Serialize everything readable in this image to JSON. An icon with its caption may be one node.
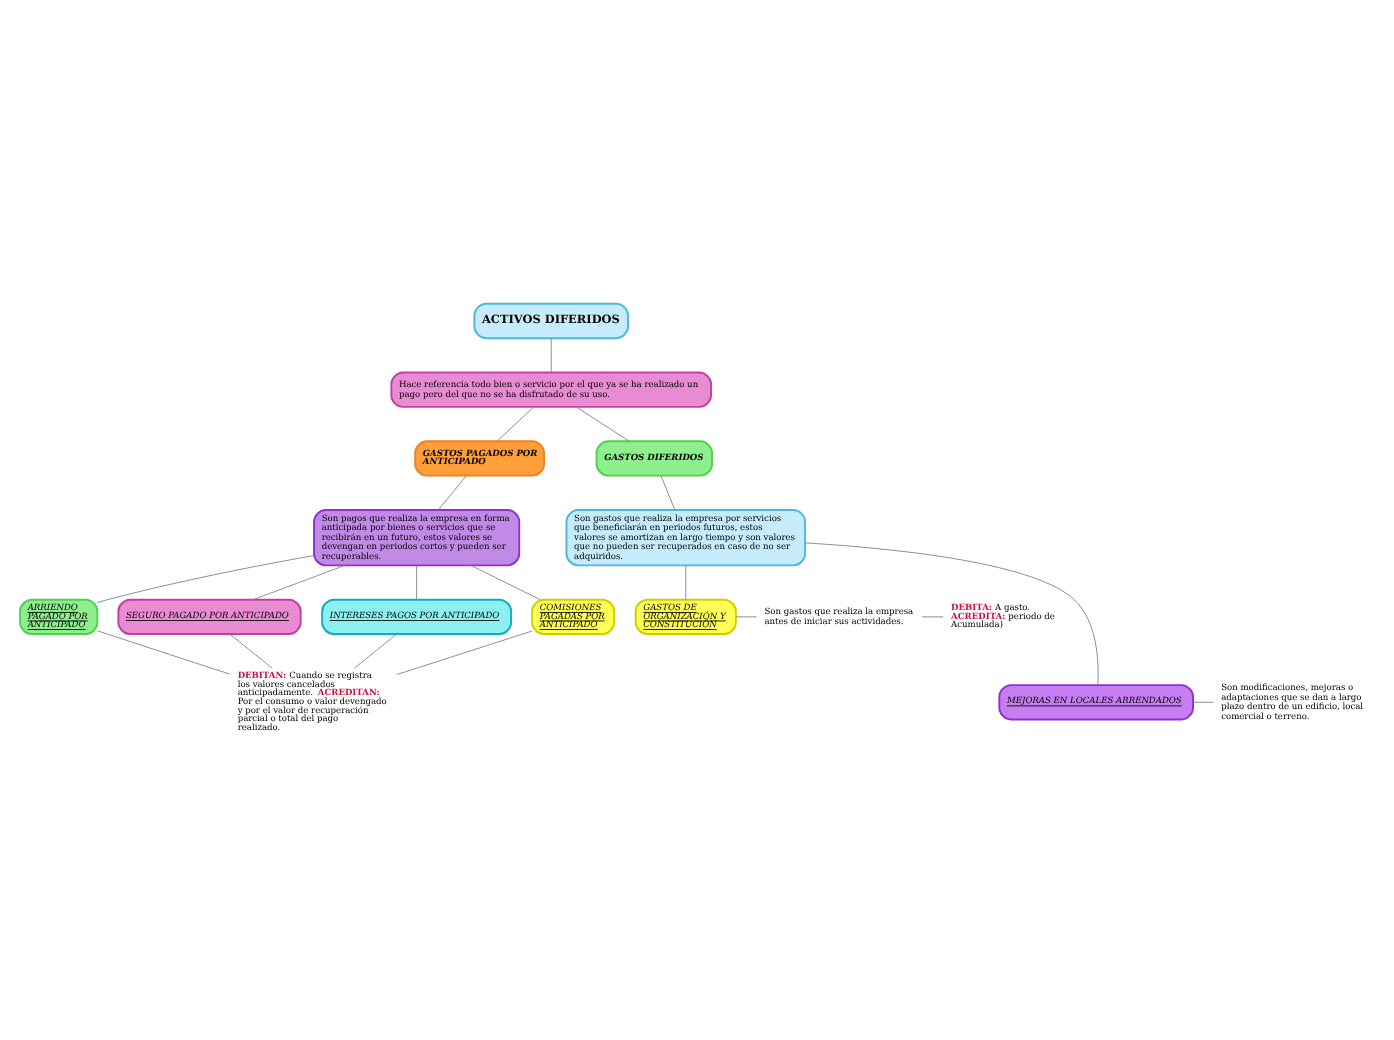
{
  "diagram": {
    "nodes": [
      {
        "text": [
          "ACTIVOS DIFERIDOS"
        ]
      },
      {
        "text": [
          "Hace referencia todo bien o servicio por el que ya se ha realizado un pago pero del que no se ha disfrutado de su uso."
        ]
      },
      {
        "text": [
          "GASTOS PAGADOS POR ANTICIPADO"
        ]
      },
      {
        "text": [
          "GASTOS DIFERIDOS"
        ]
      },
      {
        "text": [
          "Son pagos que realiza la empresa en forma anticipada por bienes o servicios que se recibirán en un futuro, estos valores se devengan en periodos cortos y pueden ser recuperables."
        ]
      },
      {
        "text": [
          "Son gastos que realiza la empresa por servicios que beneficiarán en periodos futuros, estos valores se amortizan en largo tiempo y son valores que no pueden ser recuperados en caso de no ser adquiridos."
        ]
      },
      {
        "text": [
          "ARRIENDO PAGADO POR ANTICIPADO"
        ]
      },
      {
        "text": [
          "SEGURO PAGADO POR ANTICIPADO"
        ]
      },
      {
        "text": [
          "INTERESES PAGOS POR ANTICIPADO"
        ]
      },
      {
        "text": [
          "COMISIONES PAGADAS POR ANTICIPADO"
        ]
      },
      {
        "text": [
          "**DEBITAN:** Cuando se registra los valores cancelados anticipadamente. **ACREDITAN:** Por el consumo o valor devengado y por el valor de recuperación parcial o total del pago realizado."
        ]
      },
      {
        "text": [
          "GASTOS DE ORGANIZACIÓN Y CONSTITUCIÓN"
        ]
      },
      {
        "text": [
          "Son gastos que realiza la empresa antes de iniciar sus actividades."
        ]
      },
      {
        "text": [
          "**DEBITA:** A gasto. **ACREDITA:** periodo de Acumulada)"
        ]
      },
      {
        "text": [
          "MEJORAS EN LOCALES ARRENDADOS"
        ]
      },
      {
        "text": [
          "Son modificaciones, mejoras o adaptaciones que se dan a largo plazo dentro de un edificio, local comercial o terreno."
        ]
      }
    ],
    "edges": [
      {
        "from": 0,
        "to": 1,
        "arrow": "none"
      },
      {
        "from": 1,
        "to": 2,
        "arrow": "none"
      },
      {
        "from": 1,
        "to": 3,
        "arrow": "none"
      },
      {
        "from": 2,
        "to": 4,
        "arrow": "none"
      },
      {
        "from": 3,
        "to": 5,
        "arrow": "none"
      },
      {
        "from": 4,
        "to": 6,
        "arrow": "none"
      },
      {
        "from": 4,
        "to": 7,
        "arrow": "none"
      },
      {
        "from": 4,
        "to": 8,
        "arrow": "none"
      },
      {
        "from": 4,
        "to": 9,
        "arrow": "none"
      },
      {
        "from": 6,
        "to": 10,
        "arrow": "none"
      },
      {
        "from": 7,
        "to": 10,
        "arrow": "none"
      },
      {
        "from": 8,
        "to": 10,
        "arrow": "none"
      },
      {
        "from": 9,
        "to": 10,
        "arrow": "none"
      },
      {
        "from": 5,
        "to": 11,
        "arrow": "none"
      },
      {
        "from": 5,
        "to": 14,
        "arrow": "none"
      },
      {
        "from": 11,
        "to": 12,
        "arrow": "none"
      },
      {
        "from": 12,
        "to": 13,
        "arrow": "none"
      },
      {
        "from": 14,
        "to": 15,
        "arrow": "none"
      }
    ]
  }
}
